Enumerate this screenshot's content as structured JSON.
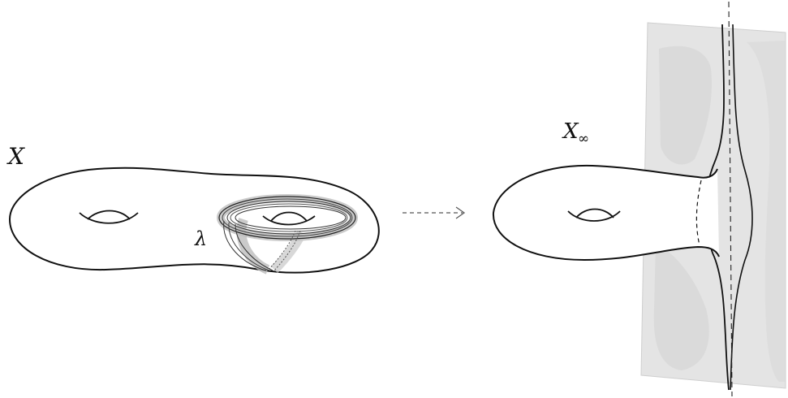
{
  "labels": {
    "surface": "X",
    "lamination": "λ",
    "limit_surface": "X",
    "limit_subscript": "∞"
  },
  "colors": {
    "ink": "#111111",
    "plane_fill": "#e2e2e2",
    "plane_shade": "#d2d2d2",
    "band_gray": "#9a9a9a",
    "arrow": "#555555"
  }
}
